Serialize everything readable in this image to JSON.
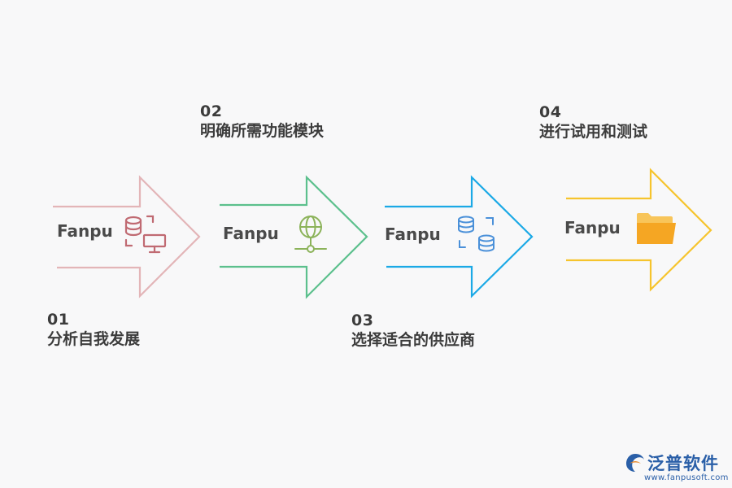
{
  "steps": [
    {
      "number": "01",
      "text": "分析自我发展",
      "brand": "Fanpu",
      "color": "#e3b5b8",
      "icon": "database-monitor-icon",
      "icon_color": "#c06a72"
    },
    {
      "number": "02",
      "text": "明确所需功能模块",
      "brand": "Fanpu",
      "color": "#5cc08d",
      "icon": "globe-network-icon",
      "icon_color": "#8cb35a"
    },
    {
      "number": "03",
      "text": "选择适合的供应商",
      "brand": "Fanpu",
      "color": "#1ba9e6",
      "icon": "database-sync-icon",
      "icon_color": "#4a90d9"
    },
    {
      "number": "04",
      "text": "进行试用和测试",
      "brand": "Fanpu",
      "color": "#f6c42d",
      "icon": "folder-icon",
      "icon_color": "#f5a623"
    }
  ],
  "logo": {
    "name": "泛普软件",
    "url": "www.fanpusoft.com"
  }
}
